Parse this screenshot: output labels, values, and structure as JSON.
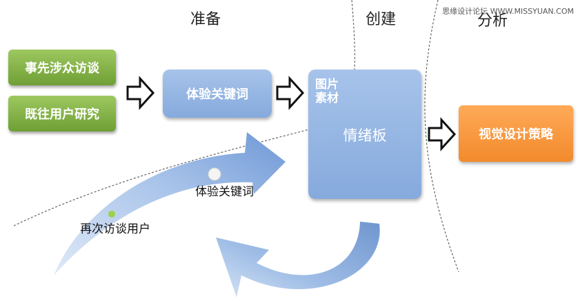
{
  "phases": {
    "prepare": "准备",
    "create": "创建",
    "analyze": "分析"
  },
  "watermark": "思缘设计论坛 WWW.MISSYUAN.COM",
  "sources": {
    "interview_stakeholders": "事先涉众访谈",
    "user_research": "既往用户研究"
  },
  "keywords_box": "体验关键词",
  "mood_board": {
    "images_materials": "图片\n素材",
    "title": "情绪板"
  },
  "strategy_box": "视觉设计策略",
  "loop": {
    "keywords": "体验关键词",
    "revisit_users": "再次访谈用户"
  },
  "colors": {
    "green": "#7aab3f",
    "blue": "#8eb0e0",
    "orange": "#f5913a",
    "dot_green": "#9cd24a"
  }
}
